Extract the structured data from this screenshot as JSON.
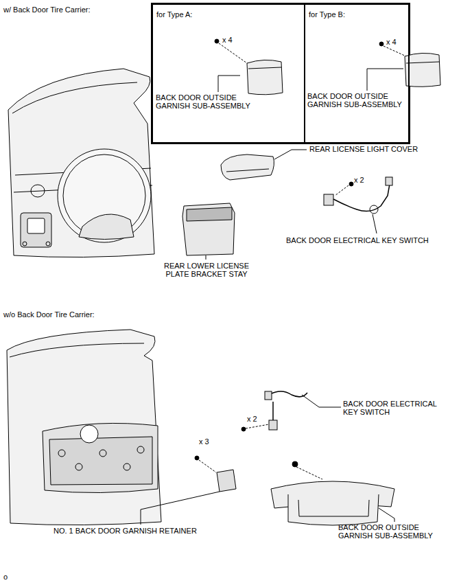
{
  "diagram": {
    "nodes": [
      {
        "text": [
          "for Type A:",
          "x 4",
          "BACK DOOR OUTSIDE GARNISH SUB-ASSEMBLY"
        ]
      },
      {
        "text": [
          "for Type B:",
          "x 4",
          "BACK DOOR OUTSIDE GARNISH SUB-ASSEMBLY"
        ]
      }
    ],
    "labels": [
      "w/ Back Door Tire Carrier:",
      "REAR LICENSE LIGHT COVER",
      "x 2",
      "BACK DOOR ELECTRICAL KEY SWITCH",
      "REAR LOWER LICENSE PLATE BRACKET STAY",
      "w/o Back Door Tire Carrier:",
      "BACK DOOR ELECTRICAL KEY SWITCH",
      "x 2",
      "x 3",
      "NO. 1 BACK DOOR GARNISH RETAINER",
      "BACK DOOR OUTSIDE GARNISH SUB-ASSEMBLY",
      "o"
    ]
  }
}
